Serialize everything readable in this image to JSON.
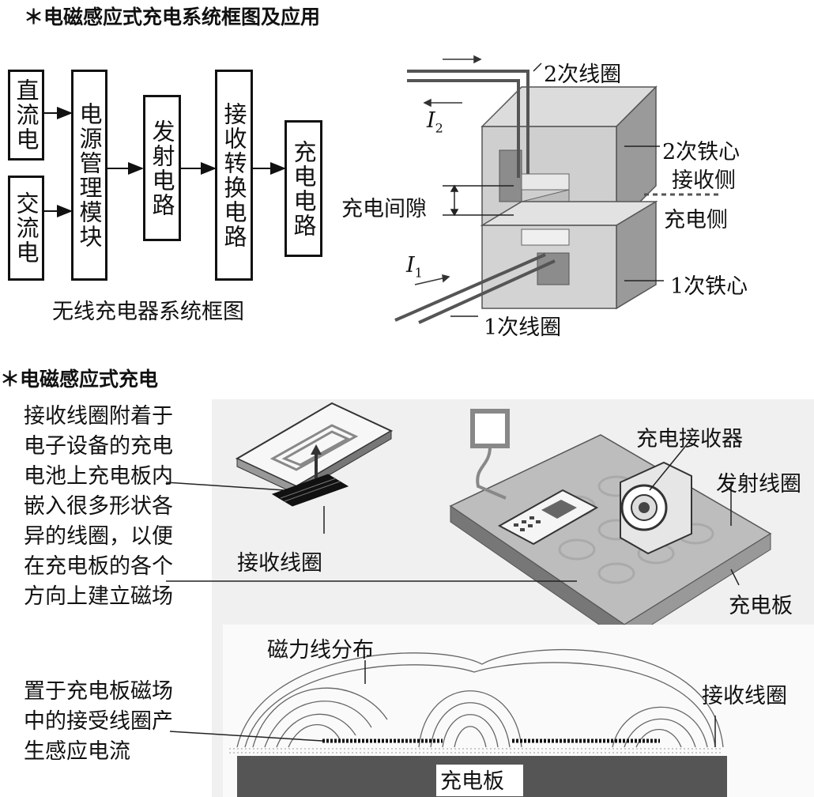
{
  "section1": {
    "title": "＊电磁感应式充电系统框图及应用",
    "block_diagram": {
      "boxes": {
        "dc": "直流电",
        "ac": "交流电",
        "power_mgmt": "电源管理模块",
        "transmit": "发射电路",
        "receive_convert": "接收转换电路",
        "charge": "充电电路"
      },
      "caption": "无线充电器系统框图"
    },
    "transformer": {
      "secondary_coil": "2次线圈",
      "i2": "I",
      "i2_sub": "2",
      "secondary_core": "2次铁心",
      "receive_side": "接收侧",
      "charge_gap": "充电间隙",
      "charge_side": "充电侧",
      "i1": "I",
      "i1_sub": "1",
      "primary_core": "1次铁心",
      "primary_coil": "1次线圈"
    }
  },
  "section2": {
    "title": "＊电磁感应式充电",
    "note_top": "接收线圈附着于电子设备的充电电池上充电板内嵌入很多形状各异的线圈，以便在充电板的各个方向上建立磁场",
    "note_bottom": "置于充电板磁场中的接受线圈产生感应电流",
    "labels": {
      "receive_coil_top": "接收线圈",
      "charge_receiver": "充电接收器",
      "transmit_coil": "发射线圈",
      "charge_board_top": "充电板",
      "field_lines": "磁力线分布",
      "receive_coil_bottom": "接收线圈",
      "charge_board_bottom": "充电板"
    }
  }
}
